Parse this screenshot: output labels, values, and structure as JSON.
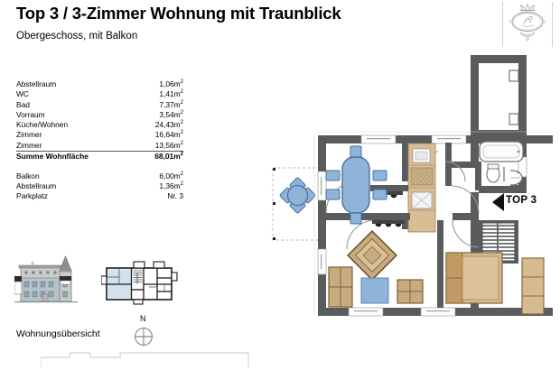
{
  "header": {
    "title": "Top 3 / 3-Zimmer Wohnung mit Traunblick",
    "subtitle": "Obergeschoss, mit Balkon",
    "logo_name": "villa-crest-logo"
  },
  "area_table": {
    "rows": [
      {
        "label": "Abstellraum",
        "value": "1,06m",
        "unit": "2"
      },
      {
        "label": "WC",
        "value": "1,41m",
        "unit": "2"
      },
      {
        "label": "Bad",
        "value": "7,37m",
        "unit": "2"
      },
      {
        "label": "Vorraum",
        "value": "3,54m",
        "unit": "2"
      },
      {
        "label": "Küche/Wohnen",
        "value": "24,43m",
        "unit": "2"
      },
      {
        "label": "Zimmer",
        "value": "16,64m",
        "unit": "2"
      },
      {
        "label": "Zimmer",
        "value": "13,56m",
        "unit": "2"
      }
    ],
    "summary": {
      "label": "Summe Wohnfläche",
      "value": "68,01m",
      "unit": "2"
    },
    "extras": [
      {
        "label": "Balkon",
        "value": "6,00m",
        "unit": "2"
      },
      {
        "label": "Abstellraum",
        "value": "1,36m",
        "unit": "2"
      },
      {
        "label": "Parkplatz",
        "value": "Nr. 3",
        "unit": ""
      }
    ]
  },
  "overview": {
    "caption": "Wohnungsübersicht",
    "north_label": "N",
    "building_icon": "villa-elevation-illustration",
    "floorplan_icon": "building-floorplan-thumbnail",
    "compass_icon": "compass-north-icon"
  },
  "plan": {
    "top_marker": "TOP 3",
    "arrow_icon": "left-pointing-triangle-icon"
  },
  "colors": {
    "wall": "#595b5c",
    "wall_light": "#bfc1c2",
    "furniture_blue": "#8fb4d9",
    "furniture_blue_dark": "#5d86b5",
    "furniture_wood": "#c9ab7f",
    "furniture_wood_dark": "#8a6b3e",
    "bed": "#d6bb92",
    "text": "#000000",
    "rule": "#555555"
  }
}
